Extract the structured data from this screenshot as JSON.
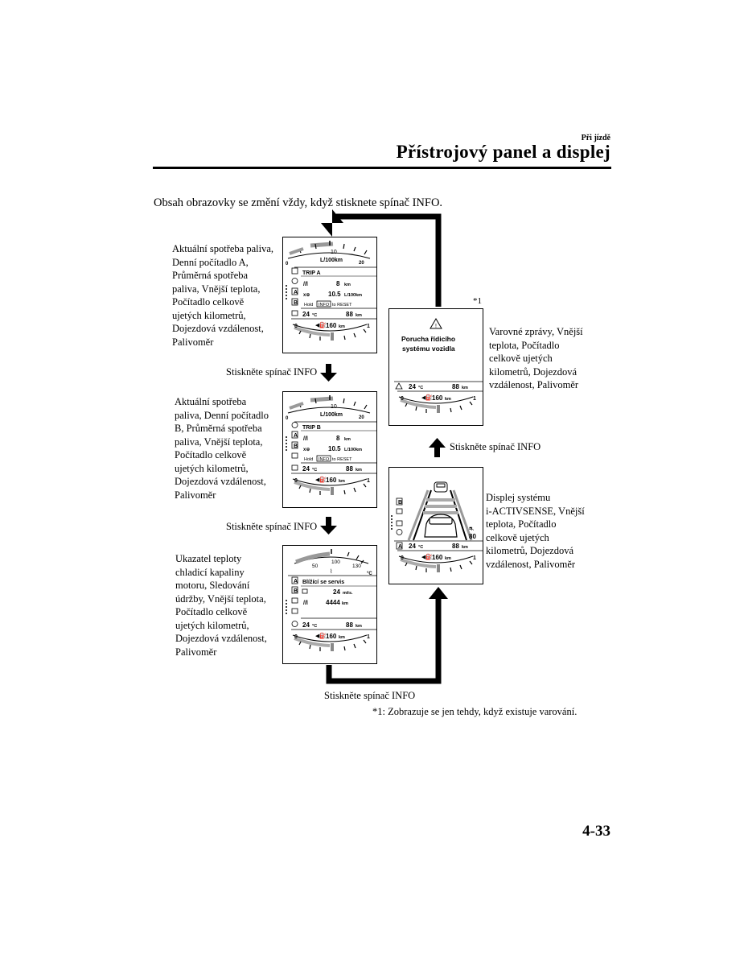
{
  "header": {
    "section": "Při jízdě",
    "title": "Přístrojový panel a displej"
  },
  "intro": "Obsah obrazovky se změní vždy, když stisknete spínač INFO.",
  "descriptions": {
    "trip_a": [
      "Aktuální spotřeba paliva,",
      "Denní počítadlo A,",
      "Průměrná spotřeba",
      "paliva, Vnější teplota,",
      "Počítadlo celkově",
      "ujetých kilometrů,",
      "Dojezdová vzdálenost,",
      "Palivoměr"
    ],
    "trip_b": [
      "Aktuální spotřeba",
      "paliva, Denní počítadlo",
      "B, Průměrná spotřeba",
      "paliva, Vnější teplota,",
      "Počítadlo celkově",
      "ujetých kilometrů,",
      "Dojezdová vzdálenost,",
      "Palivoměr"
    ],
    "coolant": [
      "Ukazatel teploty",
      "chladicí kapaliny",
      "motoru, Sledování",
      "údržby, Vnější teplota,",
      "Počítadlo celkově",
      "ujetých kilometrů,",
      "Dojezdová vzdálenost,",
      "Palivoměr"
    ],
    "warning": [
      "Varovné zprávy, Vnější",
      "teplota, Počítadlo",
      "celkově ujetých",
      "kilometrů, Dojezdová",
      "vzdálenost, Palivoměr"
    ],
    "activsense": [
      "Displej systému",
      "i-ACTIVSENSE, Vnější",
      "teplota, Počítadlo",
      "celkově ujetých",
      "kilometrů, Dojezdová",
      "vzdálenost, Palivoměr"
    ]
  },
  "press_info": "Stiskněte spínač INFO",
  "footnote_marker": "*1",
  "footnote": "*1: Zobrazuje se jen tehdy, když existuje varování.",
  "page_number": "4-33",
  "screens": {
    "common": {
      "outside_temp": "24",
      "temp_unit": "°C",
      "odometer": "88",
      "odometer_unit": "km",
      "range": "160",
      "range_unit": "km",
      "fuel_empty": "0",
      "fuel_full": "1"
    },
    "consumption_gauge": {
      "min": "0",
      "mid": "10",
      "max": "20",
      "unit": "L/100km"
    },
    "trip_a": {
      "label": "TRIP A",
      "distance": "8",
      "distance_unit": "km",
      "average": "10.5",
      "average_unit": "L/100km",
      "hold_text_before": "Hold",
      "hold_button": "INFO",
      "hold_text_after": "to RESET"
    },
    "trip_b": {
      "label": "TRIP B",
      "distance": "8",
      "distance_unit": "km",
      "average": "10.5",
      "average_unit": "L/100km"
    },
    "coolant": {
      "gauge_low": "50",
      "gauge_mid": "100",
      "gauge_high": "130",
      "gauge_unit": "°C",
      "service_title": "Blížící se servis",
      "months": "24",
      "months_unit": "měs.",
      "distance": "4444",
      "distance_unit": "km"
    },
    "warning": {
      "line1": "Porucha řídicího",
      "line2": "systému vozidla"
    },
    "activsense": {
      "speed": "80"
    }
  }
}
